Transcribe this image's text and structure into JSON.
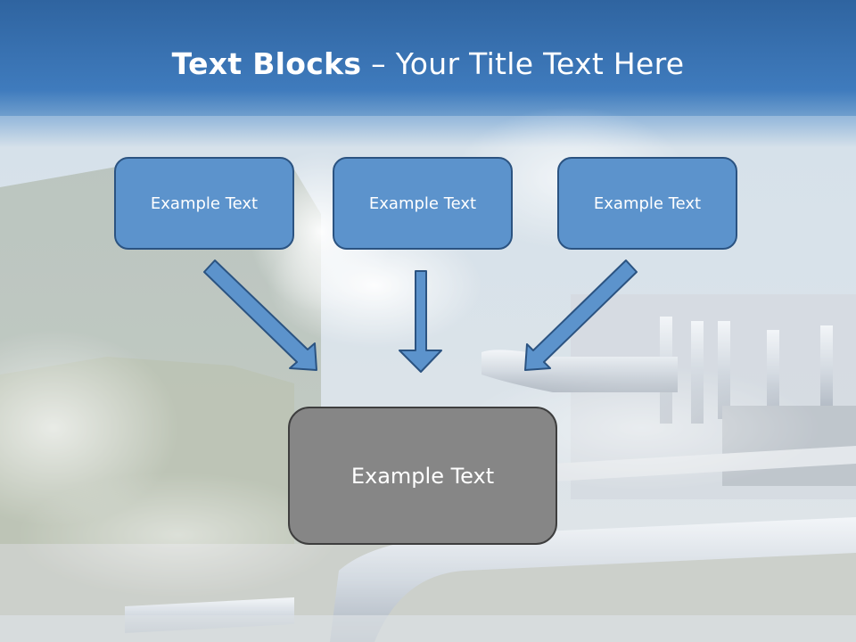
{
  "title": {
    "bold": "Text Blocks",
    "dash": " – ",
    "rest": "Your Title Text Here"
  },
  "boxes": [
    "Example Text",
    "Example Text",
    "Example Text"
  ],
  "target": "Example Text",
  "colors": {
    "header": "#3b74b3",
    "box_fill": "#5c93cc",
    "box_border": "#2b5381",
    "target_fill": "#868686",
    "target_border": "#3e3e3e"
  }
}
